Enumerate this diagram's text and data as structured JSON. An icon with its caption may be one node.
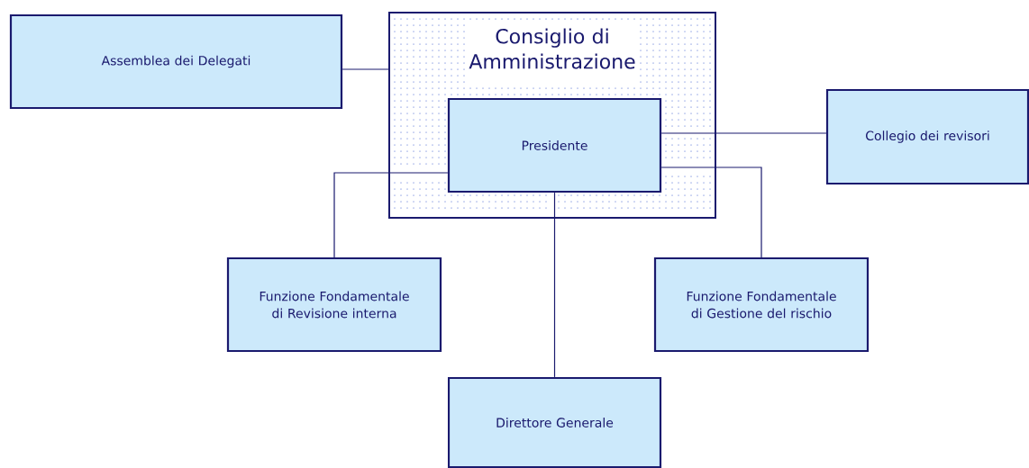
{
  "diagram": {
    "nodes": [
      {
        "text": [
          "Assemblea dei Delegati"
        ]
      },
      {
        "text": [
          "Consiglio di Amministrazione"
        ]
      },
      {
        "text": [
          "Presidente"
        ],
        "in": 1
      },
      {
        "text": [
          "Collegio dei revisori"
        ]
      },
      {
        "text": [
          "Funzione Fondamentale di Revisione interna"
        ]
      },
      {
        "text": [
          "Funzione Fondamentale di Gestione del rischio"
        ]
      },
      {
        "text": [
          "Direttore Generale"
        ]
      }
    ],
    "edges": [
      {
        "from": 0,
        "to": 1,
        "arrow": "none"
      },
      {
        "from": 2,
        "to": 3,
        "arrow": "none"
      },
      {
        "from": 2,
        "to": 4,
        "arrow": "none"
      },
      {
        "from": 2,
        "to": 5,
        "arrow": "none"
      },
      {
        "from": 2,
        "to": 6,
        "arrow": "none"
      }
    ]
  }
}
